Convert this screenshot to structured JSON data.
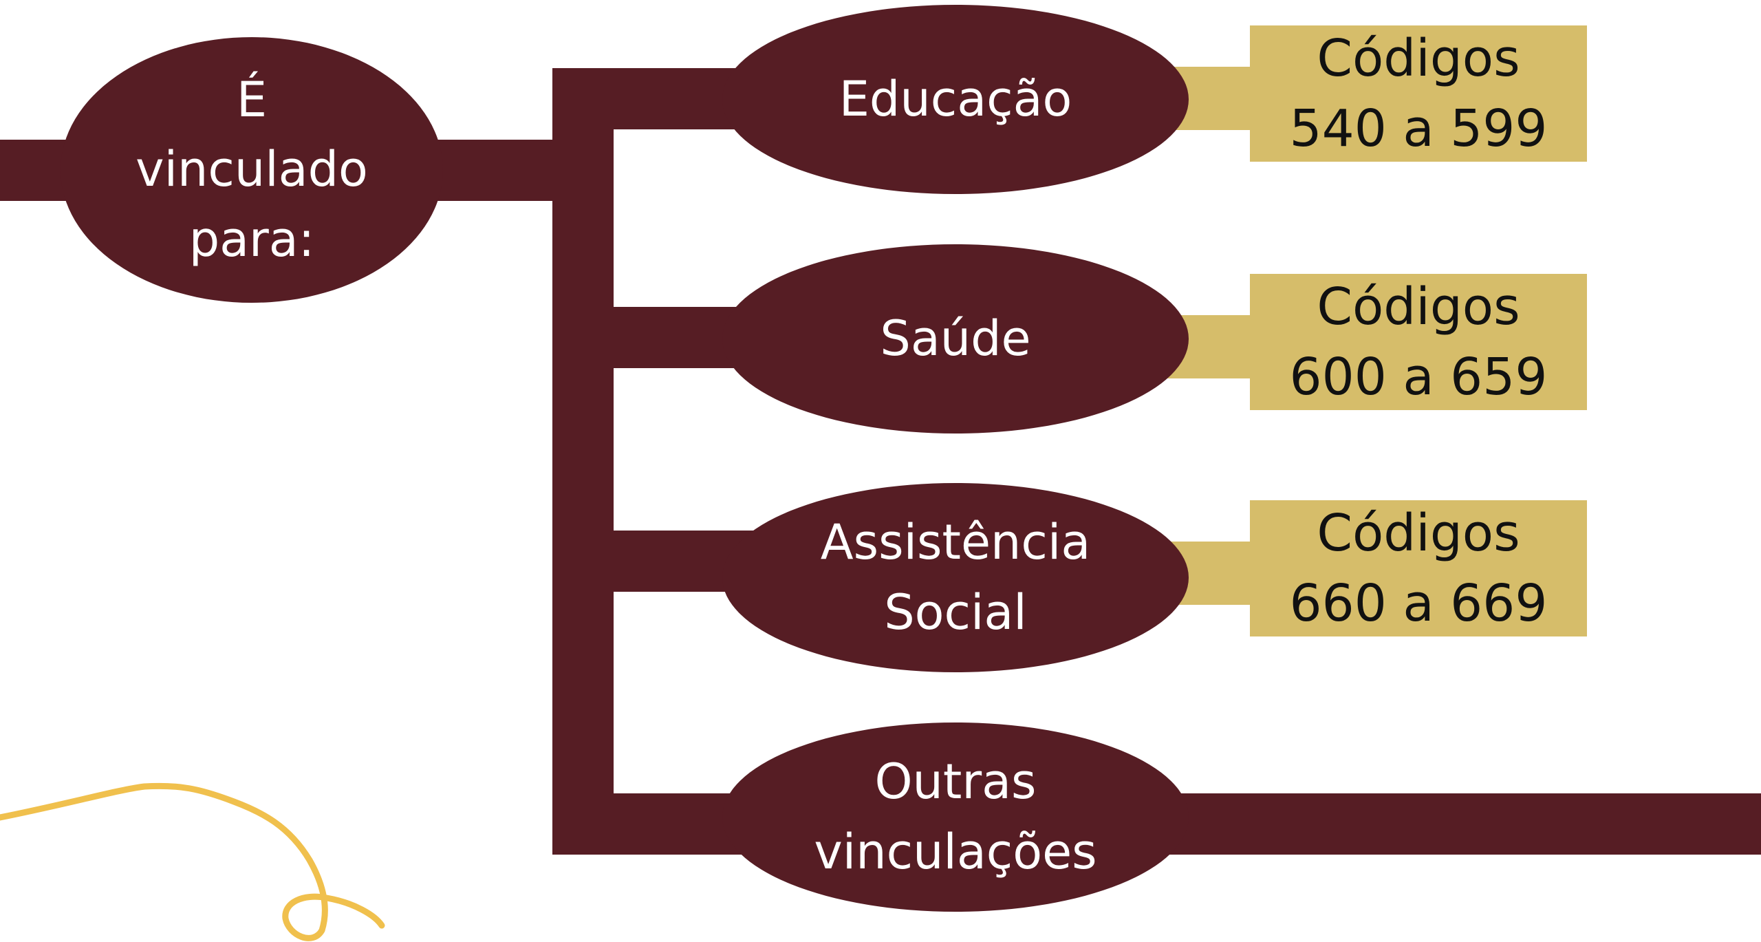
{
  "colors": {
    "maroon": "#561d24",
    "gold": "#d6bd6a",
    "swirl": "#f0c04d",
    "text_light": "#ffffff",
    "text_dark": "#111111"
  },
  "root": {
    "label": "É\nvinculado\npara:"
  },
  "branches": [
    {
      "label": "Educação",
      "code_title": "Códigos",
      "code_range": "540 a 599"
    },
    {
      "label": "Saúde",
      "code_title": "Códigos",
      "code_range": "600 a 659"
    },
    {
      "label": "Assistência\nSocial",
      "code_title": "Códigos",
      "code_range": "660 a 669"
    },
    {
      "label": "Outras\nvinculações"
    }
  ]
}
